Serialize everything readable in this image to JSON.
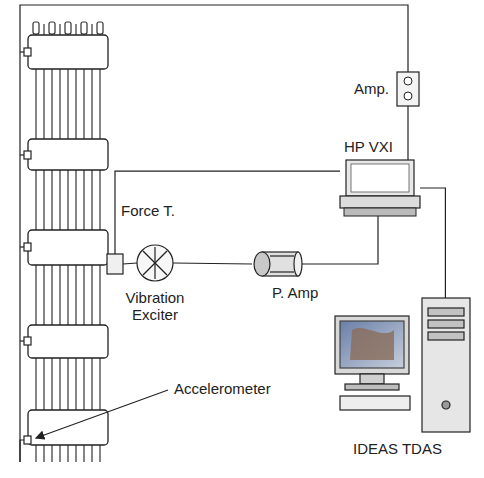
{
  "diagram": {
    "nodes": [
      {
        "text": [
          "Amp."
        ]
      },
      {
        "text": [
          "HP VXI"
        ]
      },
      {
        "text": [
          "Force T."
        ]
      },
      {
        "text": [
          "Vibration Exciter"
        ]
      },
      {
        "text": [
          "P. Amp"
        ]
      },
      {
        "text": [
          "IDEAS TDAS"
        ]
      }
    ],
    "edges": [
      {
        "from": 3,
        "to": 2,
        "arrow": "none"
      },
      {
        "from": 2,
        "to": 1,
        "arrow": "none"
      },
      {
        "from": 3,
        "to": 4,
        "arrow": "none"
      },
      {
        "from": 4,
        "to": 1,
        "arrow": "none"
      },
      {
        "from": 0,
        "to": 1,
        "arrow": "none"
      },
      {
        "from": 1,
        "to": 5,
        "arrow": "none"
      }
    ],
    "labels": [
      "Accelerometer"
    ]
  }
}
